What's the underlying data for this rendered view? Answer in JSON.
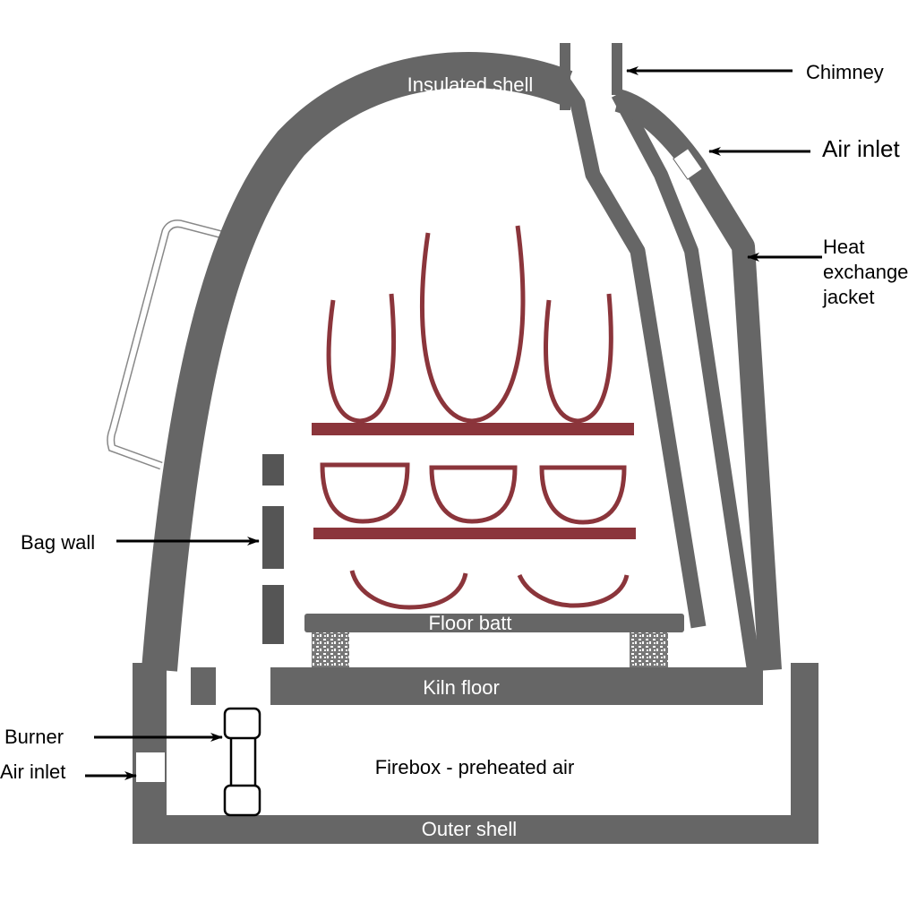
{
  "title": "Kiln with heat exchange jacket",
  "labels": {
    "insulated_shell": "Insulated shell",
    "chimney": "Chimney",
    "air_inlet_top": "Air inlet",
    "heat_exchange_jacket": [
      "Heat",
      "exchange",
      "jacket"
    ],
    "bag_wall": "Bag wall",
    "floor_batt": "Floor batt",
    "kiln_floor": "Kiln floor",
    "burner": "Burner",
    "air_inlet_bottom": "Air inlet",
    "firebox": "Firebox - preheated air",
    "outer_shell": "Outer shell"
  },
  "colors": {
    "wall": "#666666",
    "bag_wall": "#555555",
    "ware": "#8b353b"
  }
}
